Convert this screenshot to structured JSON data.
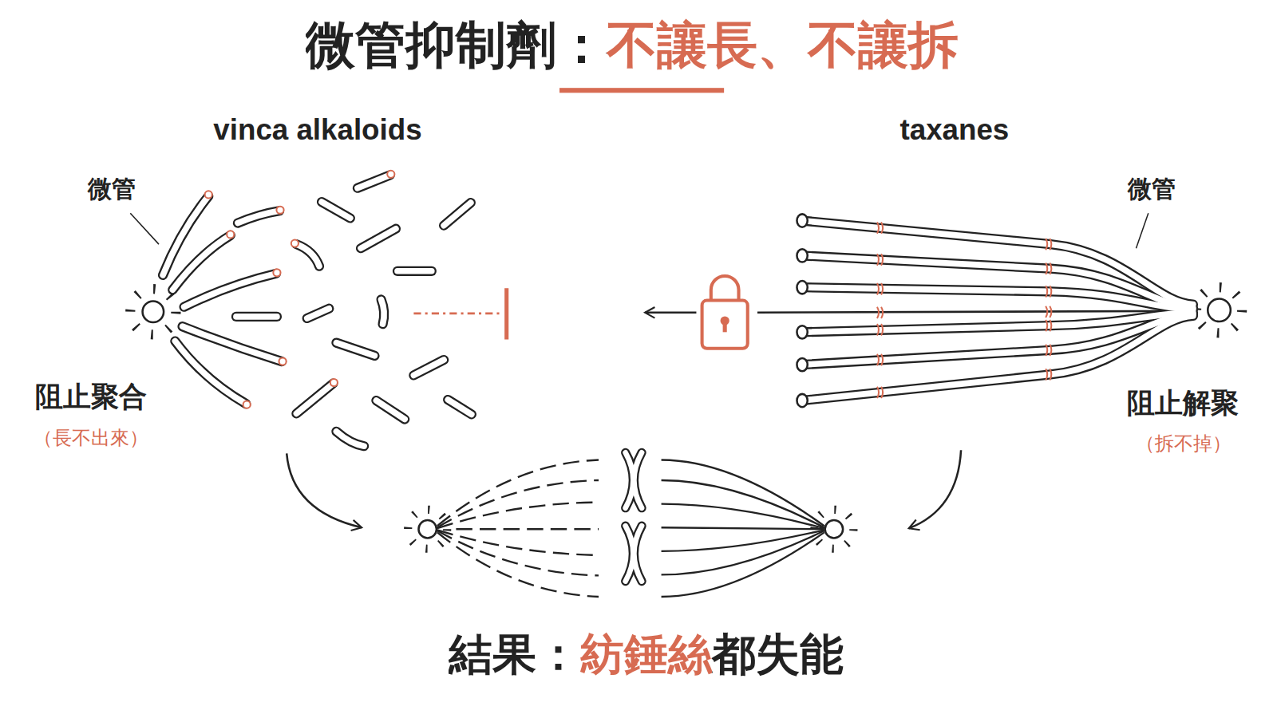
{
  "diagram": {
    "title": "微管抑制劑：不讓長、不讓拆",
    "caption": "結果：紡錘絲都失能",
    "labels": [
      "vinca alkaloids",
      "taxanes",
      "微管",
      "微管",
      "阻止聚合",
      "（長不出來）",
      "阻止解聚",
      "（拆不掉）"
    ]
  }
}
